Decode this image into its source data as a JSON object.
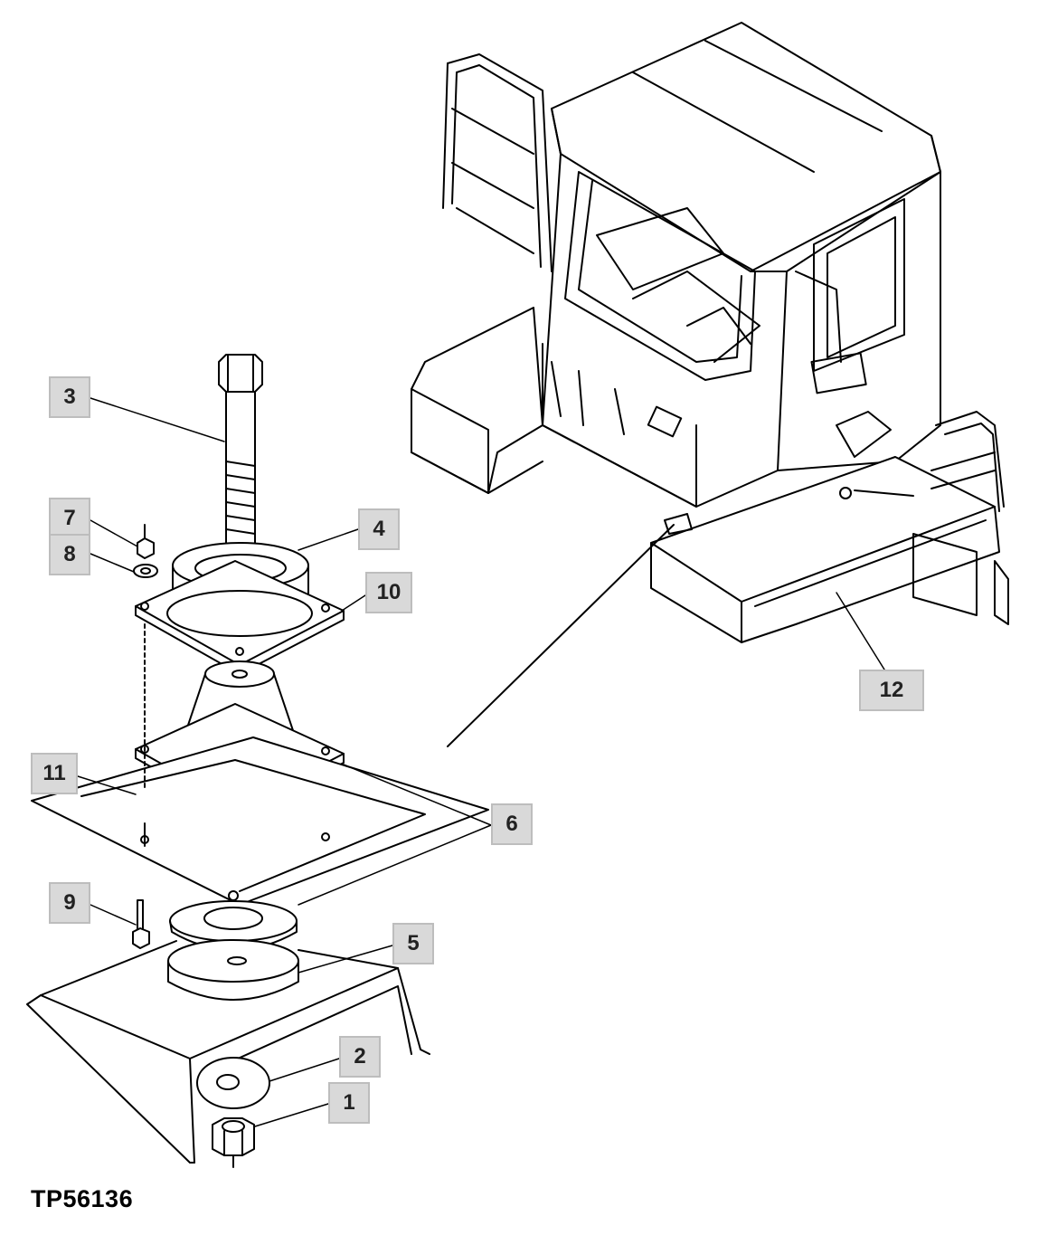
{
  "figure_id": "TP56136",
  "callouts": {
    "c1": "1",
    "c2": "2",
    "c3": "3",
    "c4": "4",
    "c5": "5",
    "c6": "6",
    "c7": "7",
    "c8": "8",
    "c9": "9",
    "c10": "10",
    "c11": "11",
    "c12": "12"
  }
}
